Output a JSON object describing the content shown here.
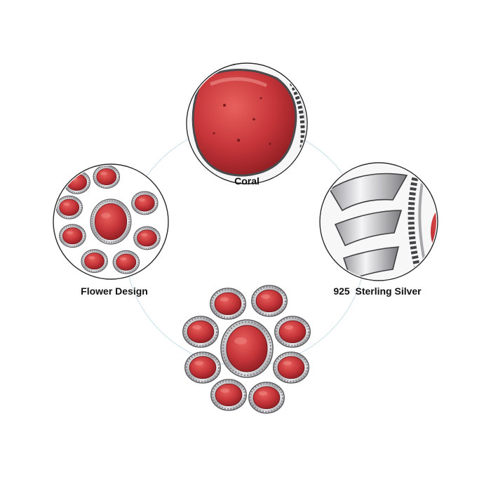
{
  "labels": {
    "coral": "Coral",
    "flower": "Flower Design",
    "silver": "925  Sterling Silver"
  },
  "colors": {
    "coral_red": "#c7363a",
    "coral_dark": "#8e1d22",
    "silver": "#c9c9cc",
    "silver_dark": "#555558",
    "connector": "#cfe3ec"
  }
}
